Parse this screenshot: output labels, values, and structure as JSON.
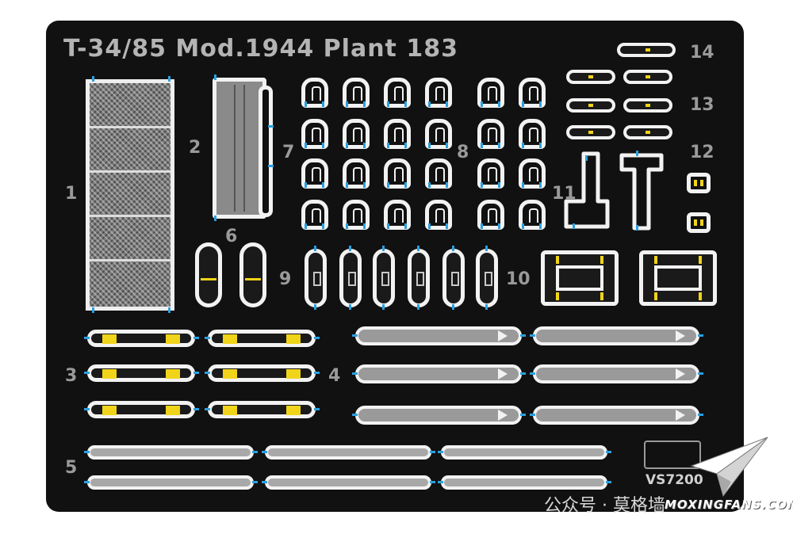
{
  "title": "T-34/85 Mod.1944 Plant 183",
  "part_numbers": [
    "1",
    "2",
    "3",
    "4",
    "5",
    "6",
    "7",
    "8",
    "9",
    "10",
    "11",
    "12",
    "13",
    "14"
  ],
  "product_code": "VS7200",
  "watermark": {
    "wechat_text": "公众号 · 莫格墙",
    "site": "MOXINGFANS.COM"
  },
  "colors": {
    "fret_background": "#111111",
    "part_outline": "#f2f2f2",
    "attachment_tab": "#2aa0e0",
    "highlight": "#f0d419",
    "label": "#9a9a9a"
  },
  "icons": [
    "mesh-grille-icon",
    "towing-cable-icon",
    "brand-logo-icon",
    "paper-plane-icon"
  ]
}
